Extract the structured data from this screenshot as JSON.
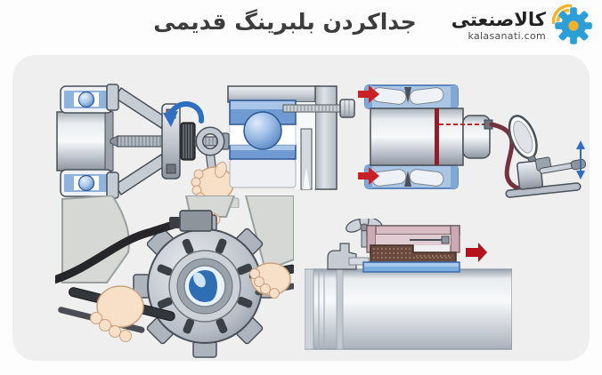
{
  "page": {
    "title": "جداکردن بلبرینگ قدیمی",
    "title_color": "#3d3d3d",
    "background_color": "#fdfdfd"
  },
  "logo": {
    "brand": "کالاصنعتی",
    "website": "kalasanati.com",
    "gear_icon": "gear-icon",
    "signal_icon": "signal-waves-icon",
    "gear_color": "#2d9fd8",
    "signal_color": "#f2b32a",
    "brand_color": "#222222",
    "website_color": "#4a4a4a"
  },
  "card": {
    "background_color": "#efefef"
  },
  "palette": {
    "steel_light": "#e9ecef",
    "steel_mid": "#b9bfc8",
    "steel_dark": "#8d949c",
    "outline": "#4a5058",
    "bearing_blue": "#6f9bd2",
    "bearing_blue_light": "#a9c6e4",
    "bearing_blue_dark": "#2d5795",
    "arrow_red": "#cc2027",
    "arrow_dark_red": "#b5121b",
    "hose_dark_red": "#77303d",
    "rotation_arrow_blue": "#2e6fc1",
    "skin": "#f8dfc8",
    "sleeve_gray": "#d5d8d4",
    "puller_pink": "#d7bcc4",
    "knurl_brown": "#6b4a3e",
    "cable_black": "#26262a"
  },
  "illustrations": [
    {
      "name": "bearing-puller-with-wrench",
      "icons": [
        "rotation-arrow-icon",
        "hand-with-wrench"
      ]
    },
    {
      "name": "bearing-housing-cross-section-with-bolt",
      "icons": []
    },
    {
      "name": "oil-injection-bearing-with-hydraulic-pump",
      "icons": [
        "red-arrow-icon",
        "pump-handle-arrows-icon"
      ]
    },
    {
      "name": "hands-holding-lock-nut-tool",
      "icons": []
    },
    {
      "name": "withdrawal-sleeve-removal-on-shaft",
      "icons": [
        "red-arrow-icon",
        "wing-nut-icon"
      ]
    }
  ]
}
